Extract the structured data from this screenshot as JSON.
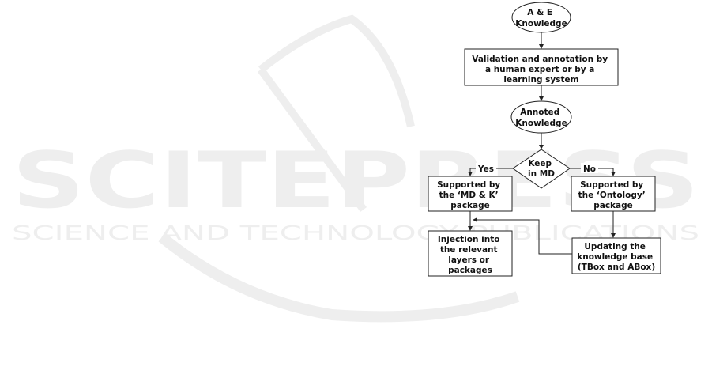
{
  "watermark": {
    "logo_text": "SCITEPRESS",
    "tagline": "SCIENCE AND TECHNOLOGY PUBLICATIONS",
    "color": "#eeeeee"
  },
  "flowchart": {
    "start": [
      "A & E",
      "Knowledge"
    ],
    "validation": [
      "Validation and annotation by",
      "a human expert or by a",
      "learning system"
    ],
    "annotated": [
      "Annoted",
      "Knowledge"
    ],
    "decision": [
      "Keep",
      "in MD"
    ],
    "yes_label": "Yes",
    "no_label": "No",
    "md_package": [
      "Supported by",
      "the ‘MD & K’",
      "package"
    ],
    "ontology_package": [
      "Supported by",
      "the ‘Ontology’",
      "package"
    ],
    "injection": [
      "Injection into",
      "the relevant",
      "layers or",
      "packages"
    ],
    "update_kb": [
      "Updating the",
      "knowledge base",
      "(TBox and ABox)"
    ]
  },
  "colors": {
    "line": "#222222",
    "text": "#111111"
  }
}
